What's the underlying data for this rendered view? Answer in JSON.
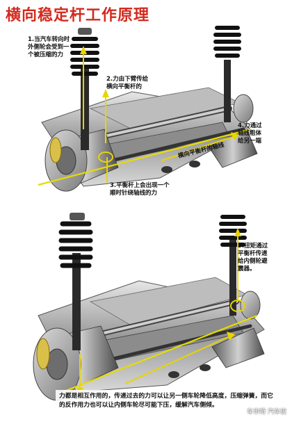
{
  "title": "横向稳定杆工作原理",
  "callouts": {
    "c1": "1.当汽车转向时\n外侧轮会受到一\n个被压缩的力",
    "c2": "2.力由下臂传给\n横向平衡杆的",
    "c3": "3.平衡杆上会出现一个\n顺时针绕轴线的力",
    "c4": "4.力通过\n轴线粗体\n给另一端",
    "c5": "5.扭矩通过\n平衡杆传递\n给内侧轮避\n震器。"
  },
  "axis_label": "横向平衡杆的轴线",
  "caption": "力都是相互作用的，传递过去的力可以让另一侧车轮降低高度，压缩弹簧，而它的反作用力也可以让内侧车轮尽可能下压，缓解汽车侧倾。",
  "watermark": "车市特 汽车夜",
  "colors": {
    "title": "#d32a1e",
    "arrow": "#e8d400",
    "axis": "#e6dc00"
  }
}
